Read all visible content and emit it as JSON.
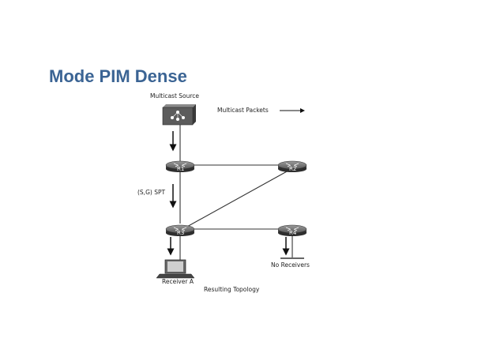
{
  "slide": {
    "title": "Mode PIM Dense"
  },
  "diagram": {
    "source_label": "Multicast Source",
    "legend_label": "Multicast Packets",
    "spt_label": "(S,G) SPT",
    "routers": {
      "r1": "R1",
      "r2": "R2",
      "r3": "R3",
      "r4": "R4"
    },
    "receiver_label": "Receiver A",
    "no_receivers_label": "No Receivers",
    "caption": "Resulting Topology"
  },
  "colors": {
    "title": "#3b6494",
    "router": "#4a4a4a",
    "link": "#333333"
  },
  "icons": [
    "multicast-source-icon",
    "router-icon",
    "laptop-icon",
    "arrow-icon"
  ]
}
